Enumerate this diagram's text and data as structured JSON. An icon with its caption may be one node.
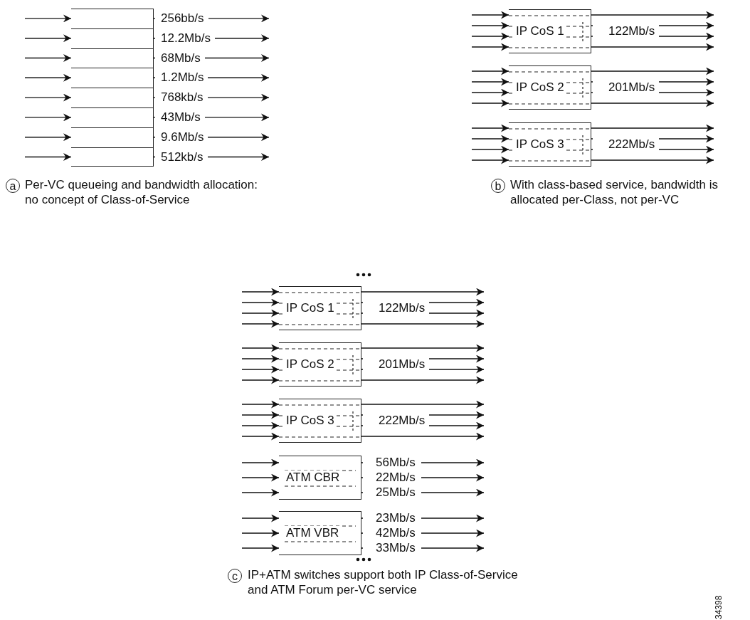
{
  "diagram": {
    "nodes": [
      {
        "text": [],
        "shape": "box",
        "beside": [
          "256bb/s"
        ]
      },
      {
        "text": [],
        "shape": "box",
        "beside": [
          "12.2Mb/s"
        ]
      },
      {
        "text": [],
        "shape": "box",
        "beside": [
          "68Mb/s"
        ]
      },
      {
        "text": [],
        "shape": "box",
        "beside": [
          "1.2Mb/s"
        ]
      },
      {
        "text": [],
        "shape": "box",
        "beside": [
          "768kb/s"
        ]
      },
      {
        "text": [],
        "shape": "box",
        "beside": [
          "43Mb/s"
        ]
      },
      {
        "text": [],
        "shape": "box",
        "beside": [
          "9.6Mb/s"
        ]
      },
      {
        "text": [],
        "shape": "box",
        "beside": [
          "512kb/s"
        ]
      },
      {
        "text": [
          "IP CoS 1"
        ],
        "beside": [
          "122Mb/s"
        ]
      },
      {
        "text": [
          "IP CoS 2"
        ],
        "beside": [
          "201Mb/s"
        ]
      },
      {
        "text": [
          "IP CoS 3"
        ],
        "beside": [
          "222Mb/s"
        ]
      },
      {
        "text": [
          "IP CoS 1"
        ],
        "beside": [
          "122Mb/s"
        ]
      },
      {
        "text": [
          "IP CoS 2"
        ],
        "beside": [
          "201Mb/s"
        ]
      },
      {
        "text": [
          "IP CoS 3"
        ],
        "beside": [
          "222Mb/s"
        ]
      },
      {
        "text": [
          "ATM CBR"
        ],
        "beside": [
          "56Mb/s",
          "22Mb/s",
          "25Mb/s"
        ]
      },
      {
        "text": [
          "ATM VBR"
        ],
        "beside": [
          "23Mb/s",
          "42Mb/s",
          "33Mb/s"
        ]
      }
    ],
    "edges": [
      {
        "from": null,
        "to": 0,
        "arrow": "to"
      },
      {
        "from": 0,
        "to": null,
        "arrow": "to"
      },
      {
        "from": null,
        "to": 1,
        "arrow": "to"
      },
      {
        "from": 1,
        "to": null,
        "arrow": "to"
      },
      {
        "from": null,
        "to": 2,
        "arrow": "to"
      },
      {
        "from": 2,
        "to": null,
        "arrow": "to"
      },
      {
        "from": null,
        "to": 3,
        "arrow": "to"
      },
      {
        "from": 3,
        "to": null,
        "arrow": "to"
      },
      {
        "from": null,
        "to": 4,
        "arrow": "to"
      },
      {
        "from": 4,
        "to": null,
        "arrow": "to"
      },
      {
        "from": null,
        "to": 5,
        "arrow": "to"
      },
      {
        "from": 5,
        "to": null,
        "arrow": "to"
      },
      {
        "from": null,
        "to": 6,
        "arrow": "to"
      },
      {
        "from": 6,
        "to": null,
        "arrow": "to"
      },
      {
        "from": null,
        "to": 7,
        "arrow": "to"
      },
      {
        "from": 7,
        "to": null,
        "arrow": "to"
      },
      {
        "from": null,
        "to": 8,
        "arrow": "to"
      },
      {
        "from": null,
        "to": 8,
        "arrow": "to"
      },
      {
        "from": null,
        "to": 8,
        "arrow": "to"
      },
      {
        "from": null,
        "to": 8,
        "arrow": "to"
      },
      {
        "from": 8,
        "to": null,
        "arrow": "to"
      },
      {
        "from": 8,
        "to": null,
        "arrow": "to"
      },
      {
        "from": 8,
        "to": null,
        "arrow": "to"
      },
      {
        "from": 8,
        "to": null,
        "arrow": "to"
      },
      {
        "from": null,
        "to": 9,
        "arrow": "to"
      },
      {
        "from": null,
        "to": 9,
        "arrow": "to"
      },
      {
        "from": null,
        "to": 9,
        "arrow": "to"
      },
      {
        "from": null,
        "to": 9,
        "arrow": "to"
      },
      {
        "from": 9,
        "to": null,
        "arrow": "to"
      },
      {
        "from": 9,
        "to": null,
        "arrow": "to"
      },
      {
        "from": 9,
        "to": null,
        "arrow": "to"
      },
      {
        "from": 9,
        "to": null,
        "arrow": "to"
      },
      {
        "from": null,
        "to": 10,
        "arrow": "to"
      },
      {
        "from": null,
        "to": 10,
        "arrow": "to"
      },
      {
        "from": null,
        "to": 10,
        "arrow": "to"
      },
      {
        "from": null,
        "to": 10,
        "arrow": "to"
      },
      {
        "from": 10,
        "to": null,
        "arrow": "to"
      },
      {
        "from": 10,
        "to": null,
        "arrow": "to"
      },
      {
        "from": 10,
        "to": null,
        "arrow": "to"
      },
      {
        "from": 10,
        "to": null,
        "arrow": "to"
      },
      {
        "from": null,
        "to": 11,
        "arrow": "to"
      },
      {
        "from": null,
        "to": 11,
        "arrow": "to"
      },
      {
        "from": null,
        "to": 11,
        "arrow": "to"
      },
      {
        "from": null,
        "to": 11,
        "arrow": "to"
      },
      {
        "from": 11,
        "to": null,
        "arrow": "to"
      },
      {
        "from": 11,
        "to": null,
        "arrow": "to"
      },
      {
        "from": 11,
        "to": null,
        "arrow": "to"
      },
      {
        "from": 11,
        "to": null,
        "arrow": "to"
      },
      {
        "from": null,
        "to": 12,
        "arrow": "to"
      },
      {
        "from": null,
        "to": 12,
        "arrow": "to"
      },
      {
        "from": null,
        "to": 12,
        "arrow": "to"
      },
      {
        "from": null,
        "to": 12,
        "arrow": "to"
      },
      {
        "from": 12,
        "to": null,
        "arrow": "to"
      },
      {
        "from": 12,
        "to": null,
        "arrow": "to"
      },
      {
        "from": 12,
        "to": null,
        "arrow": "to"
      },
      {
        "from": 12,
        "to": null,
        "arrow": "to"
      },
      {
        "from": null,
        "to": 13,
        "arrow": "to"
      },
      {
        "from": null,
        "to": 13,
        "arrow": "to"
      },
      {
        "from": null,
        "to": 13,
        "arrow": "to"
      },
      {
        "from": null,
        "to": 13,
        "arrow": "to"
      },
      {
        "from": 13,
        "to": null,
        "arrow": "to"
      },
      {
        "from": 13,
        "to": null,
        "arrow": "to"
      },
      {
        "from": 13,
        "to": null,
        "arrow": "to"
      },
      {
        "from": 13,
        "to": null,
        "arrow": "to"
      },
      {
        "from": null,
        "to": 14,
        "arrow": "to"
      },
      {
        "from": null,
        "to": 14,
        "arrow": "to"
      },
      {
        "from": null,
        "to": 14,
        "arrow": "to"
      },
      {
        "from": 14,
        "to": null,
        "arrow": "to"
      },
      {
        "from": 14,
        "to": null,
        "arrow": "to"
      },
      {
        "from": 14,
        "to": null,
        "arrow": "to"
      },
      {
        "from": null,
        "to": 15,
        "arrow": "to"
      },
      {
        "from": null,
        "to": 15,
        "arrow": "to"
      },
      {
        "from": null,
        "to": 15,
        "arrow": "to"
      },
      {
        "from": 15,
        "to": null,
        "arrow": "to"
      },
      {
        "from": 15,
        "to": null,
        "arrow": "to"
      },
      {
        "from": 15,
        "to": null,
        "arrow": "to"
      }
    ],
    "labels": [
      "a",
      "Per-VC queueing and bandwidth allocation: no concept of Class-of-Service",
      "b",
      "With class-based service, bandwidth is allocated per-Class, not per-VC",
      "c",
      "IP+ATM switches support both IP Class-of-Service and ATM Forum per-VC service",
      "34398"
    ]
  }
}
